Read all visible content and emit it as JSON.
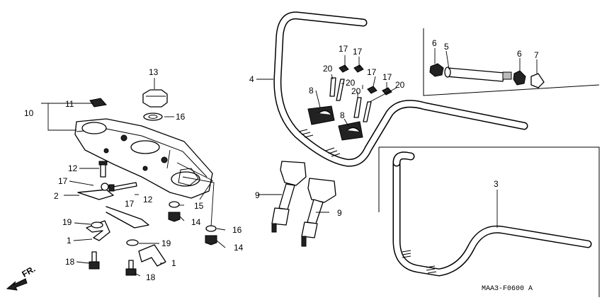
{
  "diagram": {
    "code": "MAA3-F0600 A",
    "direction_label": "FR.",
    "callouts": [
      "1",
      "1",
      "2",
      "3",
      "4",
      "5",
      "6",
      "6",
      "7",
      "8",
      "8",
      "9",
      "9",
      "10",
      "11",
      "12",
      "12",
      "13",
      "14",
      "14",
      "15",
      "16",
      "16",
      "17",
      "17",
      "17",
      "17",
      "17",
      "17",
      "18",
      "18",
      "19",
      "19",
      "20",
      "20",
      "20",
      "20"
    ]
  }
}
